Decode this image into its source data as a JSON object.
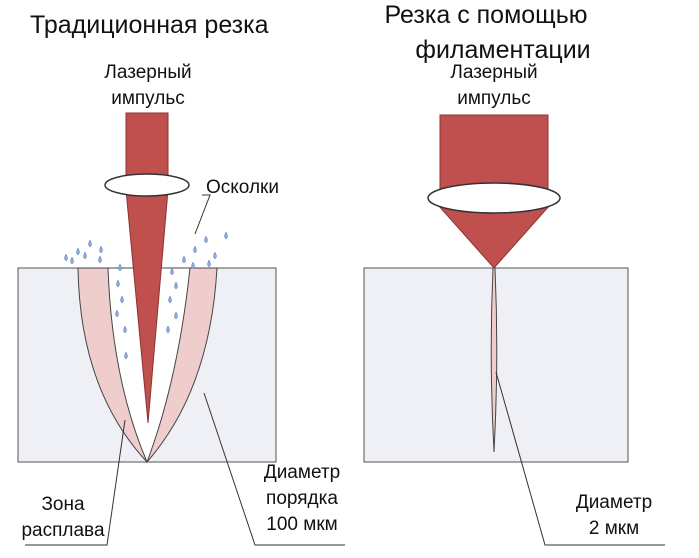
{
  "left_panel": {
    "title": "Традиционная резка",
    "laser_label": [
      "Лазерный",
      "импульс"
    ],
    "debris_label": "Осколки",
    "diameter_label": [
      "Диаметр",
      "порядка",
      "100 мкм"
    ],
    "melt_zone_label": [
      "Зона",
      "расплава"
    ]
  },
  "right_panel": {
    "title": [
      "Резка с помощью",
      "филаментации"
    ],
    "laser_label": [
      "Лазерный",
      "импульс"
    ],
    "diameter_label": [
      "Диаметр",
      "2 мкм"
    ]
  },
  "colors": {
    "beam": "#c0504d",
    "material": "#eef0f6",
    "melt_zone": "#efcdcd",
    "droplet": "#8ea9d8"
  }
}
